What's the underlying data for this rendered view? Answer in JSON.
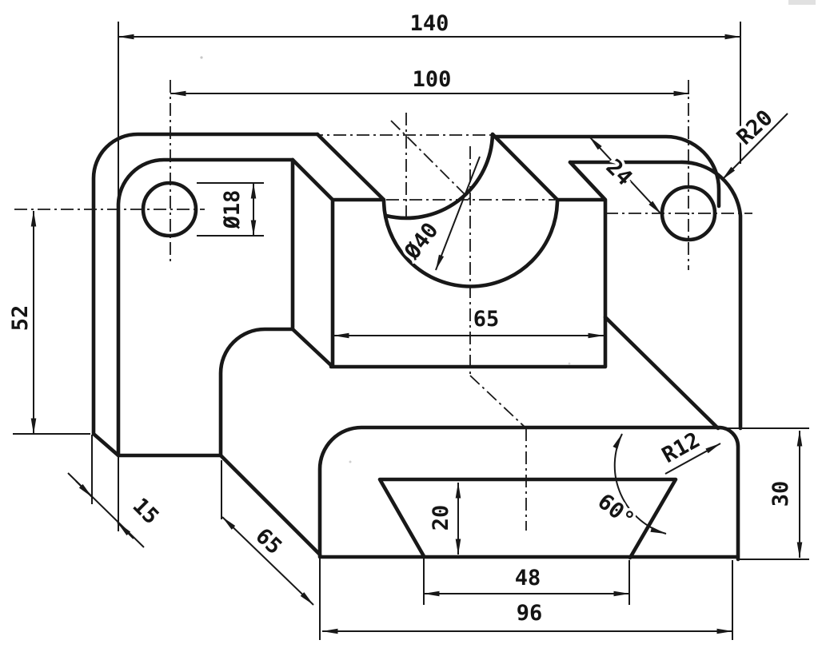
{
  "drawing": {
    "background": "#ffffff",
    "line_color": "#181818",
    "dims": {
      "overall_length": "140",
      "hole_spacing": "100",
      "hole_diameter": "Ø18",
      "groove_diameter": "Ø40",
      "block_face_width": "65",
      "plate_height": "52",
      "plate_thickness": "15",
      "base_depth": "65",
      "slot_depth": "20",
      "slot_bottom_width": "48",
      "base_length": "96",
      "base_height": "30",
      "slot_angle": "60°",
      "lug_offset": "24",
      "corner_radius_top": "R20",
      "corner_radius_base": "R12"
    }
  }
}
